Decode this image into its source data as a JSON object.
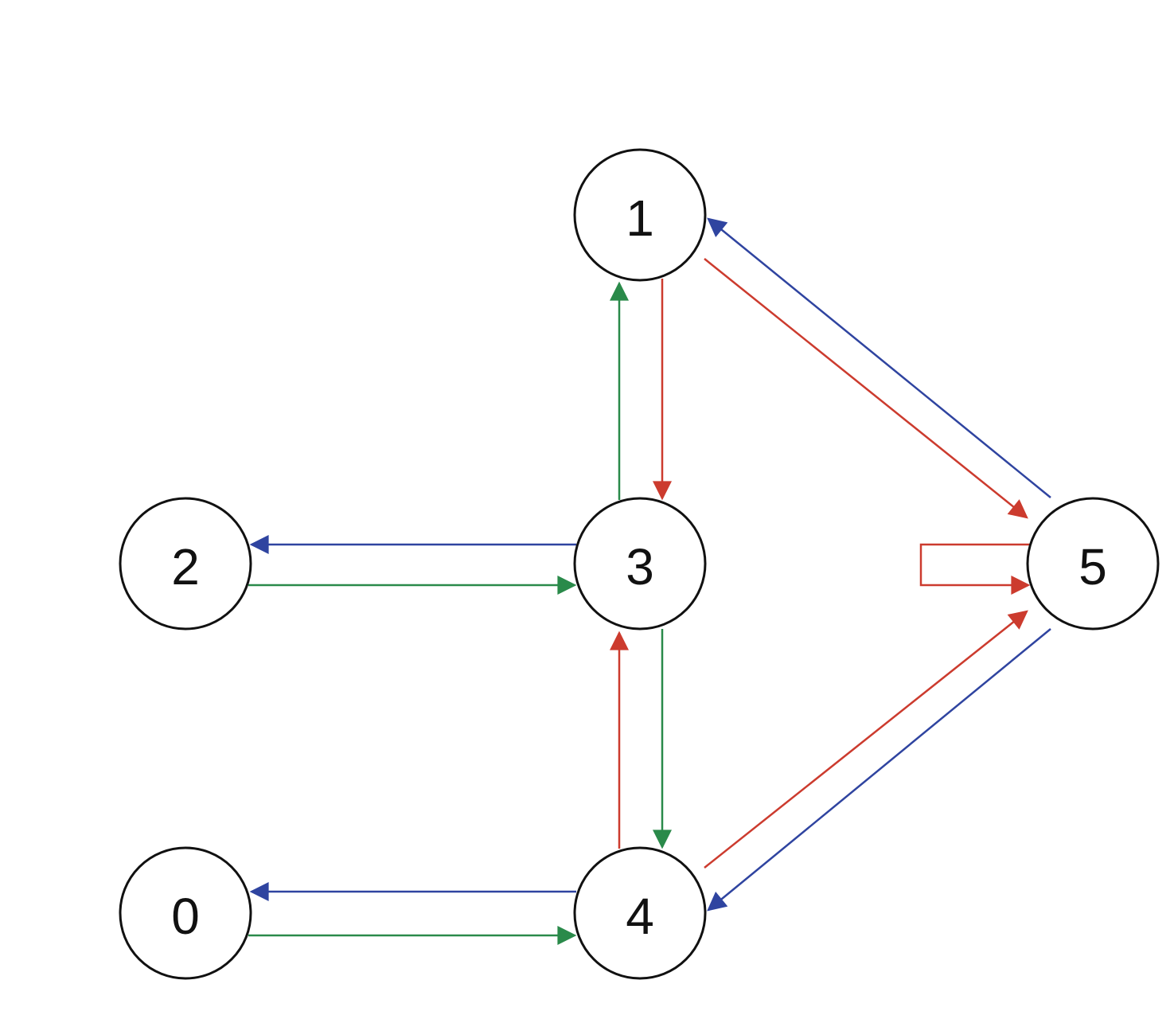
{
  "diagram": {
    "type": "directed-graph",
    "colors": {
      "red": "#cc3b2e",
      "green": "#2a8a4a",
      "blue": "#2f44a0"
    },
    "nodes": [
      {
        "id": "0",
        "label": "0"
      },
      {
        "id": "1",
        "label": "1"
      },
      {
        "id": "2",
        "label": "2"
      },
      {
        "id": "3",
        "label": "3"
      },
      {
        "id": "4",
        "label": "4"
      },
      {
        "id": "5",
        "label": "5"
      }
    ],
    "edges": [
      {
        "from": "3",
        "to": "2",
        "color": "blue"
      },
      {
        "from": "2",
        "to": "3",
        "color": "green"
      },
      {
        "from": "3",
        "to": "1",
        "color": "green"
      },
      {
        "from": "1",
        "to": "3",
        "color": "red"
      },
      {
        "from": "3",
        "to": "4",
        "color": "green"
      },
      {
        "from": "4",
        "to": "3",
        "color": "red"
      },
      {
        "from": "4",
        "to": "0",
        "color": "blue"
      },
      {
        "from": "0",
        "to": "4",
        "color": "green"
      },
      {
        "from": "5",
        "to": "1",
        "color": "blue"
      },
      {
        "from": "1",
        "to": "5",
        "color": "red"
      },
      {
        "from": "4",
        "to": "5",
        "color": "red"
      },
      {
        "from": "5",
        "to": "4",
        "color": "blue"
      },
      {
        "from": "5",
        "to": "5",
        "color": "red"
      }
    ]
  }
}
